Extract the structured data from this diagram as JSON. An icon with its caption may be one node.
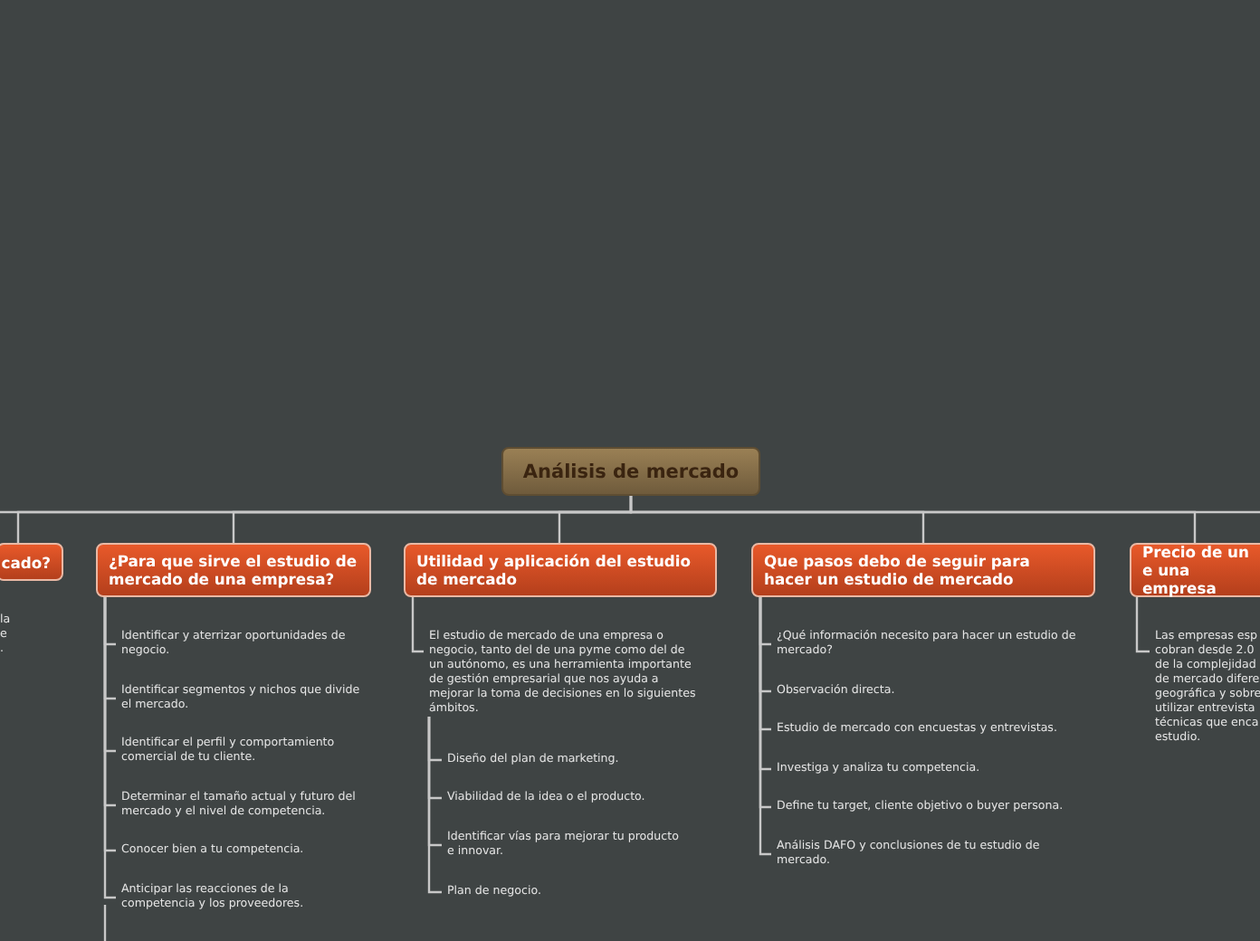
{
  "diagram": {
    "nodes": [
      {
        "text": [
          "Análisis de mercado"
        ]
      },
      {
        "text": [
          "cado?"
        ]
      },
      {
        "text": [
          "¿Para que sirve el estudio de mercado de una empresa?"
        ]
      },
      {
        "text": [
          "Utilidad y aplicación del estudio de mercado"
        ]
      },
      {
        "text": [
          "Que pasos debo de seguir para hacer un estudio de mercado"
        ]
      },
      {
        "text": [
          "Precio de un e una empresa"
        ]
      },
      {
        "text": [
          "Identificar y aterrizar oportunidades de negocio."
        ]
      },
      {
        "text": [
          "Identificar segmentos y nichos que divide el mercado."
        ]
      },
      {
        "text": [
          "Identificar el perfil y comportamiento comercial de tu cliente."
        ]
      },
      {
        "text": [
          "Determinar el tamaño actual y futuro del mercado y el nivel de competencia."
        ]
      },
      {
        "text": [
          "Conocer bien a tu competencia."
        ]
      },
      {
        "text": [
          "Anticipar las reacciones de la competencia y los proveedores."
        ]
      },
      {
        "text": [
          "El estudio de mercado de una empresa o negocio, tanto del de una pyme como del de un autónomo, es una herramienta importante de gestión empresarial que nos ayuda a mejorar la toma de decisiones en lo siguientes ámbitos."
        ]
      },
      {
        "text": [
          "Diseño del plan de marketing."
        ]
      },
      {
        "text": [
          "Viabilidad de la idea o el producto."
        ]
      },
      {
        "text": [
          "Identificar vías para mejorar tu producto e innovar."
        ]
      },
      {
        "text": [
          "Plan de negocio."
        ]
      },
      {
        "text": [
          "¿Qué información necesito para hacer un estudio de mercado?"
        ]
      },
      {
        "text": [
          "Observación directa."
        ]
      },
      {
        "text": [
          "Estudio de mercado con encuestas y entrevistas."
        ]
      },
      {
        "text": [
          "Investiga y analiza tu competencia."
        ]
      },
      {
        "text": [
          "Define tu target, cliente objetivo o buyer persona."
        ]
      },
      {
        "text": [
          "Análisis DAFO y conclusiones de tu estudio de mercado."
        ]
      },
      {
        "text": [
          "Las empresas esp cobran desde 2.0 de la complejidad de mercado difere geográfica y sobre utilizar entrevista técnicas que enca estudio."
        ]
      }
    ],
    "edges": [
      {
        "from": 0,
        "to": 1,
        "arrow": "none"
      },
      {
        "from": 0,
        "to": 2,
        "arrow": "none"
      },
      {
        "from": 0,
        "to": 3,
        "arrow": "none"
      },
      {
        "from": 0,
        "to": 4,
        "arrow": "none"
      },
      {
        "from": 0,
        "to": 5,
        "arrow": "none"
      },
      {
        "from": 2,
        "to": 6,
        "arrow": "none"
      },
      {
        "from": 2,
        "to": 7,
        "arrow": "none"
      },
      {
        "from": 2,
        "to": 8,
        "arrow": "none"
      },
      {
        "from": 2,
        "to": 9,
        "arrow": "none"
      },
      {
        "from": 2,
        "to": 10,
        "arrow": "none"
      },
      {
        "from": 2,
        "to": 11,
        "arrow": "none"
      },
      {
        "from": 3,
        "to": 12,
        "arrow": "none"
      },
      {
        "from": 12,
        "to": 13,
        "arrow": "none"
      },
      {
        "from": 12,
        "to": 14,
        "arrow": "none"
      },
      {
        "from": 12,
        "to": 15,
        "arrow": "none"
      },
      {
        "from": 12,
        "to": 16,
        "arrow": "none"
      },
      {
        "from": 4,
        "to": 17,
        "arrow": "none"
      },
      {
        "from": 4,
        "to": 18,
        "arrow": "none"
      },
      {
        "from": 4,
        "to": 19,
        "arrow": "none"
      },
      {
        "from": 4,
        "to": 20,
        "arrow": "none"
      },
      {
        "from": 4,
        "to": 21,
        "arrow": "none"
      },
      {
        "from": 4,
        "to": 22,
        "arrow": "none"
      },
      {
        "from": 5,
        "to": 23,
        "arrow": "none"
      }
    ],
    "labels": [
      "la",
      "e",
      "."
    ]
  }
}
